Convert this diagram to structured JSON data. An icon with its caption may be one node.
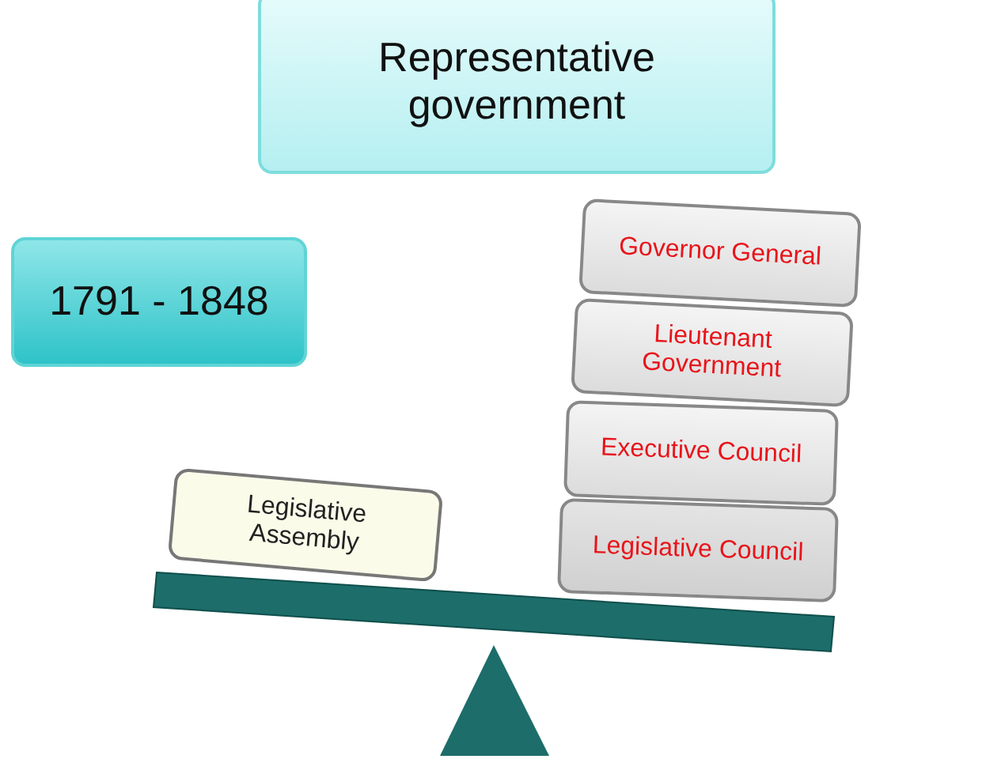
{
  "diagram": {
    "nodes": [
      {
        "text": [
          "Representative government"
        ]
      },
      {
        "text": [
          "1791 - 1848"
        ]
      },
      {
        "text": [
          "Legislative Assembly"
        ]
      },
      {
        "text": [
          "Governor General"
        ]
      },
      {
        "text": [
          "Lieutenant Government"
        ]
      },
      {
        "text": [
          "Executive Council"
        ]
      },
      {
        "text": [
          "Legislative Council"
        ]
      }
    ]
  }
}
